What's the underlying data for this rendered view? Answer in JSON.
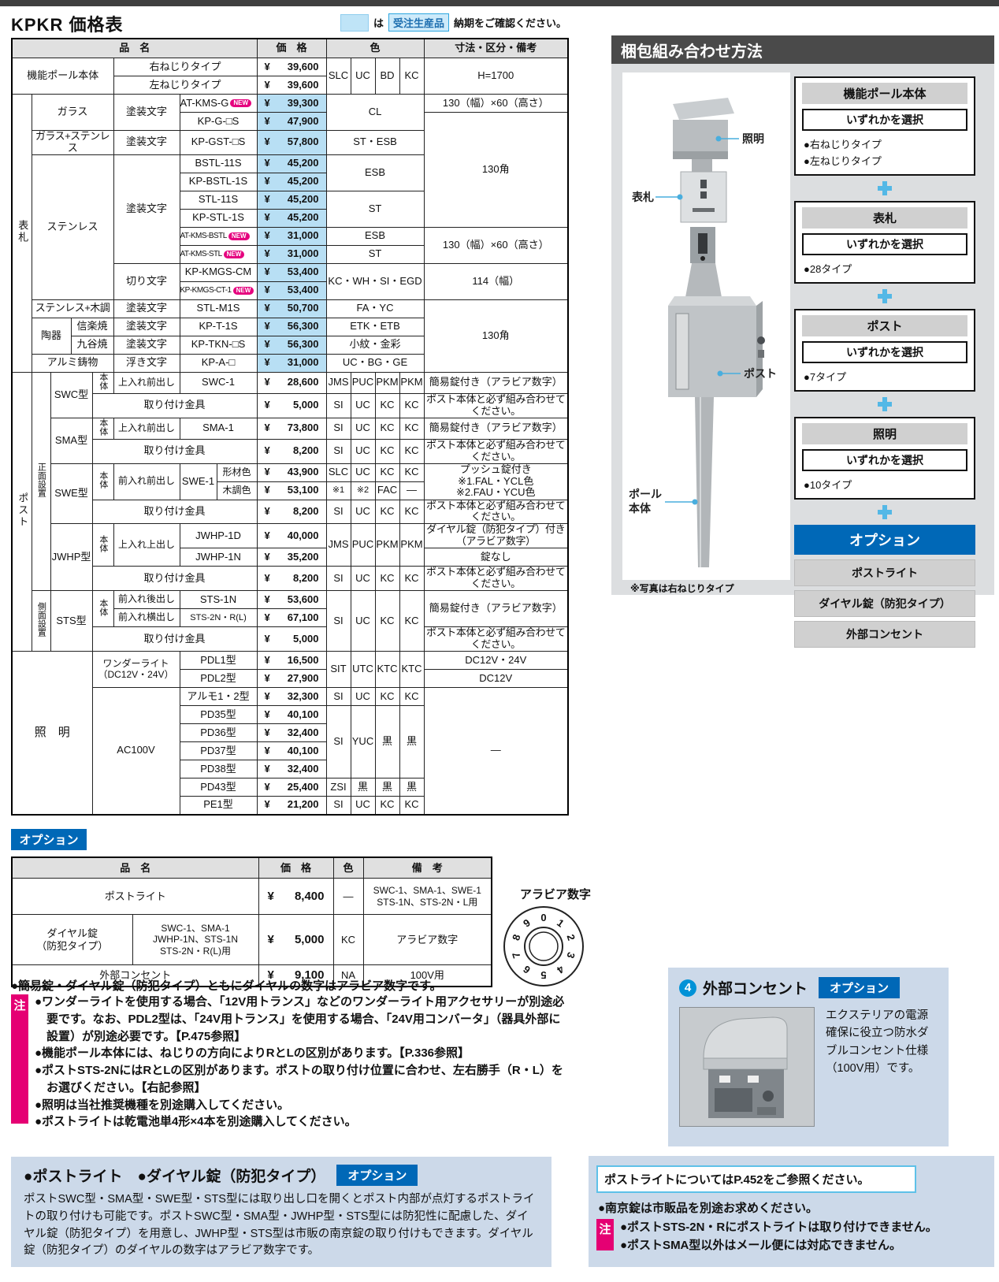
{
  "page": {
    "title": "KPKR 価格表"
  },
  "legend": {
    "ha": "は",
    "tag": "受注生産品",
    "rest": "納期をご確認ください。"
  },
  "pt": {
    "yen": "¥",
    "new_label": "NEW",
    "header": [
      "品　名",
      "価　格",
      "色",
      "寸法・区分・備考"
    ],
    "rows": {
      "r1": [
        "機能ポール本体",
        "右ねじりタイプ",
        "39,600",
        "SLC",
        "UC",
        "BD",
        "KC",
        "H=1700"
      ],
      "r2": [
        "左ねじりタイプ",
        "39,600"
      ],
      "r3": [
        "表札",
        "ガラス",
        "塗装文字",
        "AT-KMS-G",
        "39,300",
        "CL",
        "130（幅）×60（高さ）"
      ],
      "r4": [
        "KP-G-□S",
        "47,900",
        "130角"
      ],
      "r5": [
        "ガラス+ステンレス",
        "塗装文字",
        "KP-GST-□S",
        "57,800",
        "ST・ESB"
      ],
      "r6": [
        "ステンレス",
        "塗装文字",
        "BSTL-11S",
        "45,200",
        "ESB"
      ],
      "r7": [
        "KP-BSTL-1S",
        "45,200"
      ],
      "r8": [
        "STL-11S",
        "45,200",
        "ST"
      ],
      "r9": [
        "KP-STL-1S",
        "45,200"
      ],
      "r10": [
        "AT-KMS-BSTL",
        "31,000",
        "ESB",
        "130（幅）×60（高さ）"
      ],
      "r11": [
        "AT-KMS-STL",
        "31,000",
        "ST"
      ],
      "r12": [
        "切り文字",
        "KP-KMGS-CM",
        "53,400",
        "KC・WH・SI・EGD",
        "114（幅）"
      ],
      "r13": [
        "KP-KMGS-CT-1",
        "53,400"
      ],
      "r14": [
        "ステンレス+木調",
        "塗装文字",
        "STL-M1S",
        "50,700",
        "FA・YC",
        "130角"
      ],
      "r15": [
        "陶器",
        "信楽焼",
        "塗装文字",
        "KP-T-1S",
        "56,300",
        "ETK・ETB"
      ],
      "r16": [
        "九谷焼",
        "塗装文字",
        "KP-TKN-□S",
        "56,300",
        "小紋・金彩"
      ],
      "r17": [
        "アルミ鋳物",
        "浮き文字",
        "KP-A-□",
        "31,000",
        "UC・BG・GE"
      ],
      "r18": [
        "ポスト",
        "正面設置",
        "SWC型",
        "本体",
        "上入れ前出し",
        "SWC-1",
        "28,600",
        "JMS",
        "PUC",
        "PKM",
        "PKM",
        "簡易錠付き（アラビア数字）"
      ],
      "r19": [
        "取り付け金具",
        "5,000",
        "SI",
        "UC",
        "KC",
        "KC",
        "ポスト本体と必ず組み合わせてください。"
      ],
      "r20": [
        "SMA型",
        "本体",
        "上入れ前出し",
        "SMA-1",
        "73,800",
        "SI",
        "UC",
        "KC",
        "KC",
        "簡易錠付き（アラビア数字）"
      ],
      "r21": [
        "取り付け金具",
        "8,200",
        "SI",
        "UC",
        "KC",
        "KC",
        "ポスト本体と必ず組み合わせてください。"
      ],
      "r22": [
        "SWE型",
        "本体",
        "前入れ前出し",
        "SWE-1",
        "形材色",
        "43,900",
        "SLC",
        "UC",
        "KC",
        "KC",
        "プッシュ錠付き\n※1.FAL・YCL色\n※2.FAU・YCU色"
      ],
      "r23": [
        "木調色",
        "53,100",
        "※1",
        "※2",
        "FAC",
        "—"
      ],
      "r24": [
        "取り付け金具",
        "8,200",
        "SI",
        "UC",
        "KC",
        "KC",
        "ポスト本体と必ず組み合わせてください。"
      ],
      "r25": [
        "JWHP型",
        "本体",
        "上入れ上出し",
        "JWHP-1D",
        "40,000",
        "JMS",
        "PUC",
        "PKM",
        "PKM",
        "ダイヤル錠（防犯タイプ）付き（アラビア数字）"
      ],
      "r26": [
        "JWHP-1N",
        "35,200",
        "錠なし"
      ],
      "r27": [
        "取り付け金具",
        "8,200",
        "SI",
        "UC",
        "KC",
        "KC",
        "ポスト本体と必ず組み合わせてください。"
      ],
      "r28": [
        "側面設置",
        "STS型",
        "本体",
        "前入れ後出し",
        "STS-1N",
        "53,600",
        "SI",
        "UC",
        "KC",
        "KC",
        "簡易錠付き（アラビア数字）"
      ],
      "r29": [
        "前入れ横出し",
        "STS-2N・R(L)",
        "67,100"
      ],
      "r30": [
        "取り付け金具",
        "5,000",
        "ポスト本体と必ず組み合わせてください。"
      ],
      "r31": [
        "照　明",
        "ワンダーライト\n（DC12V・24V）",
        "PDL1型",
        "16,500",
        "SIT",
        "UTC",
        "KTC",
        "KTC",
        "DC12V・24V"
      ],
      "r32": [
        "PDL2型",
        "27,900",
        "DC12V"
      ],
      "r33": [
        "AC100V",
        "アルモ1・2型",
        "32,300",
        "SI",
        "UC",
        "KC",
        "KC",
        "—"
      ],
      "r34": [
        "PD35型",
        "40,100",
        "SI",
        "YUC",
        "黒",
        "黒"
      ],
      "r35": [
        "PD36型",
        "32,400"
      ],
      "r36": [
        "PD37型",
        "40,100"
      ],
      "r37": [
        "PD38型",
        "32,400"
      ],
      "r38": [
        "PD43型",
        "25,400",
        "ZSI",
        "黒",
        "黒",
        "黒"
      ],
      "r39": [
        "PE1型",
        "21,200",
        "SI",
        "UC",
        "KC",
        "KC"
      ]
    }
  },
  "opt": {
    "label": "オプション",
    "header": [
      "品　名",
      "価　格",
      "色",
      "備　考"
    ],
    "r1": [
      "ポストライト",
      "8,400",
      "—",
      "SWC-1、SMA-1、SWE-1\nSTS-1N、STS-2N・L用"
    ],
    "r2": [
      "ダイヤル錠\n（防犯タイプ）",
      "SWC-1、SMA-1\nJWHP-1N、STS-1N\nSTS-2N・R(L)用",
      "5,000",
      "KC",
      "アラビア数字"
    ],
    "r3": [
      "外部コンセント",
      "9,100",
      "NA",
      "100V用"
    ]
  },
  "dial": {
    "label": "アラビア数字",
    "digits": [
      "0",
      "1",
      "2",
      "3",
      "4",
      "5",
      "6",
      "7",
      "8",
      "9"
    ]
  },
  "notes": {
    "dial_note": "●簡易錠・ダイヤル錠（防犯タイプ）ともにダイヤルの数字はアラビア数字です。",
    "chu": "注",
    "items": [
      "●ワンダーライトを使用する場合、「12V用トランス」などのワンダーライト用アクセサリーが別途必要です。なお、PDL2型は、「24V用トランス」を使用する場合、「24V用コンバータ」（器具外部に設置）が別途必要です。【P.475参照】",
      "●機能ポール本体には、ねじりの方向によりRとLの区別があります。【P.336参照】",
      "●ポストSTS-2NにはRとLの区別があります。ポストの取り付け位置に合わせ、左右勝手（R・L）をお選びください。【右記参照】",
      "●照明は当社推奨機種を別途購入してください。",
      "●ポストライトは乾電池単4形×4本を別途購入してください。"
    ]
  },
  "kanpo": {
    "title": "梱包組み合わせ方法",
    "select": "いずれかを選択",
    "box1": {
      "title": "機能ポール本体",
      "i1": "●右ねじりタイプ",
      "i2": "●左ねじりタイプ"
    },
    "box2": {
      "title": "表札",
      "i1": "●28タイプ"
    },
    "box3": {
      "title": "ポスト",
      "i1": "●7タイプ"
    },
    "box4": {
      "title": "照明",
      "i1": "●10タイプ"
    },
    "option_bar": "オプション",
    "opt1": "ポストライト",
    "opt2": "ダイヤル錠（防犯タイプ）",
    "opt3": "外部コンセント",
    "lbl_light": "照明",
    "lbl_plate": "表札",
    "lbl_post": "ポスト",
    "lbl_pole1": "ポール",
    "lbl_pole2": "本体",
    "caption": "※写真は右ねじりタイプ"
  },
  "panel_light": {
    "title": "●ポストライト　●ダイヤル錠（防犯タイプ）",
    "badge": "オプション",
    "body": "ポストSWC型・SMA型・SWE型・STS型には取り出し口を開くとポスト内部が点灯するポストライトの取り付けも可能です。ポストSWC型・SMA型・JWHP型・STS型には防犯性に配慮した、ダイヤル錠（防犯タイプ）を用意し、JWHP型・STS型は市販の南京錠の取り付けもできます。ダイヤル錠（防犯タイプ）のダイヤルの数字はアラビア数字です。"
  },
  "panel_outlet": {
    "num": "4",
    "title": "外部コンセント",
    "badge": "オプション",
    "body": "エクステリアの電源確保に役立つ防水ダブルコンセント仕様（100V用）です。"
  },
  "panel_refs": {
    "box": "ポストライトについてはP.452をご参照ください。",
    "note1": "●南京錠は市販品を別途お求めください。",
    "chu": "注",
    "note2": "●ポストSTS-2N・Rにポストライトは取り付けできません。",
    "note3": "●ポストSMA型以外はメール便には対応できません。"
  },
  "colors": {
    "accent_blue": "#0068b7",
    "highlight_blue": "#b8dff4",
    "pink": "#e50073",
    "dark_bar": "#3f3f3f"
  }
}
